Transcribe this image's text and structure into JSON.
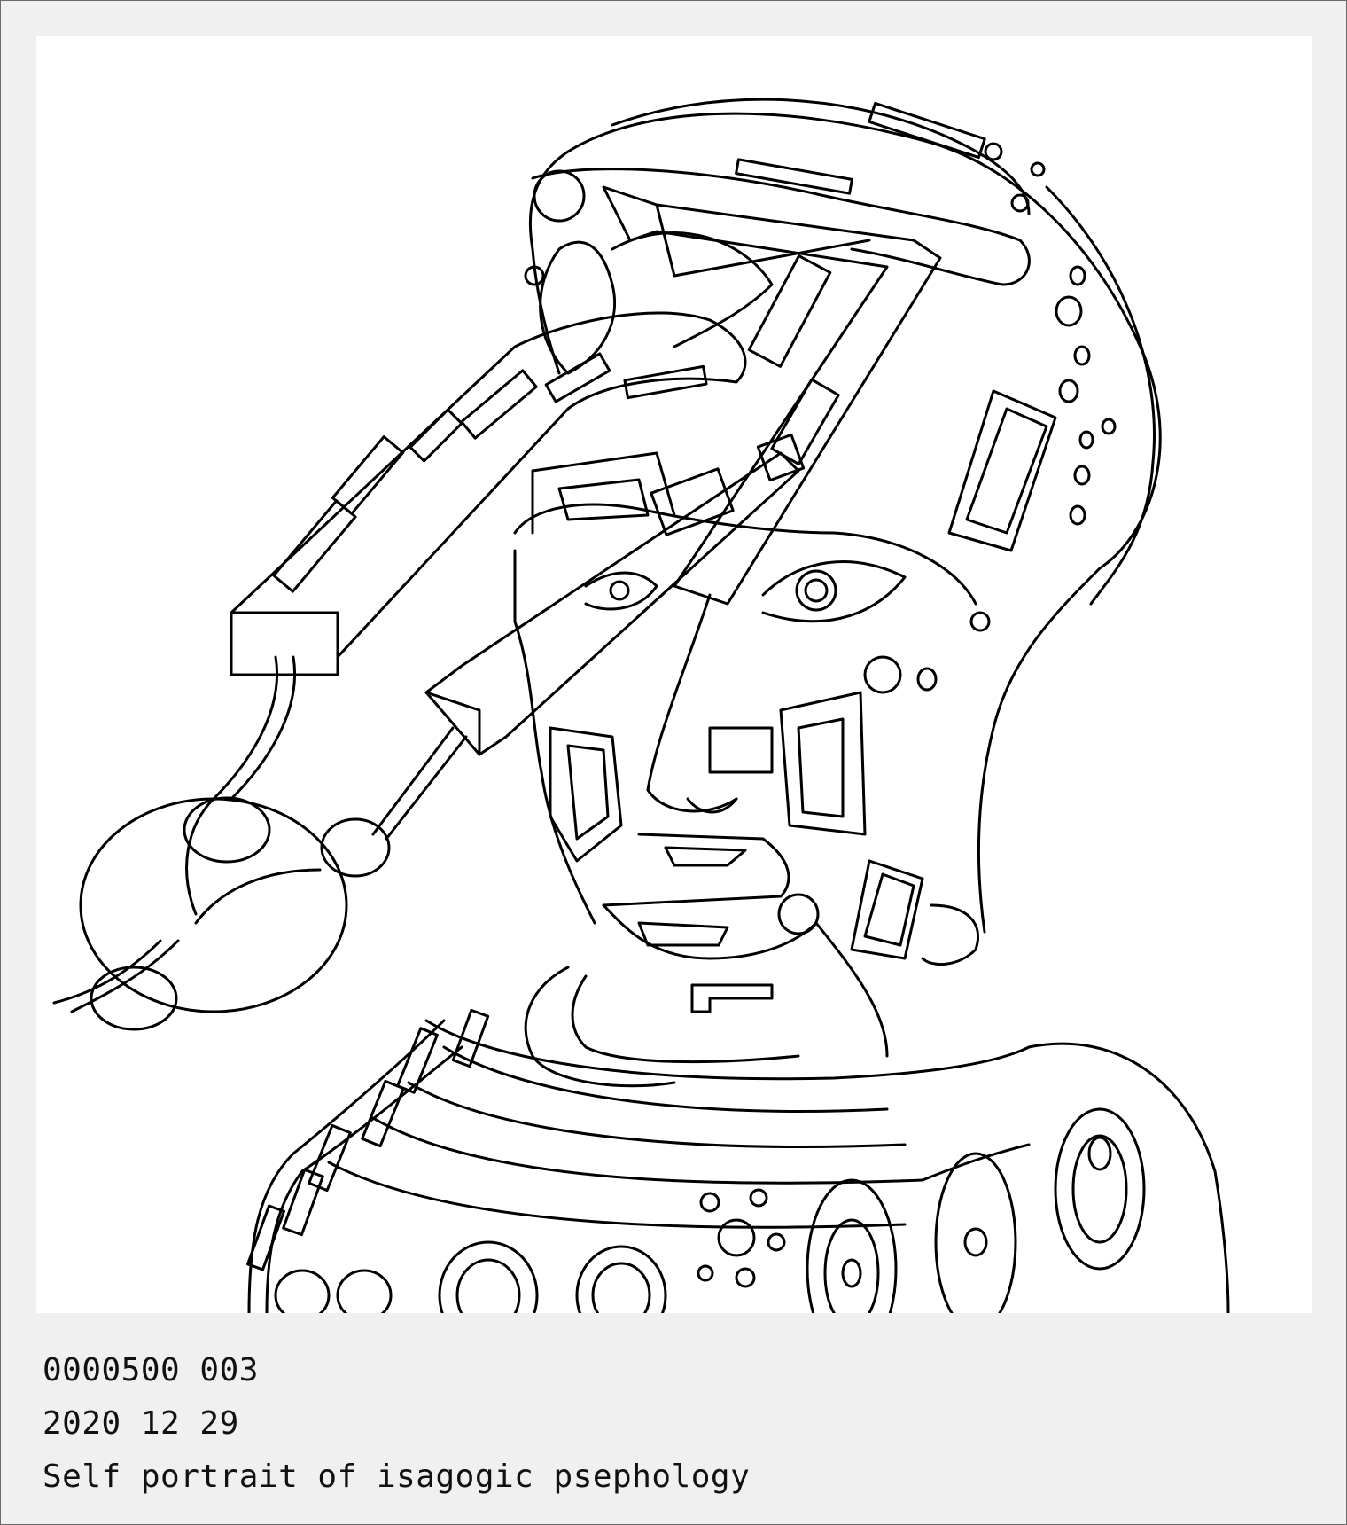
{
  "caption": {
    "catalog_number": "0000500 003",
    "date": "2020 12 29",
    "title": "Self portrait of isagogic psephology"
  },
  "colors": {
    "frame": "#f0f0f0",
    "border": "#6a6a6a",
    "canvas": "#ffffff",
    "ink": "#000000",
    "text": "#111111"
  }
}
